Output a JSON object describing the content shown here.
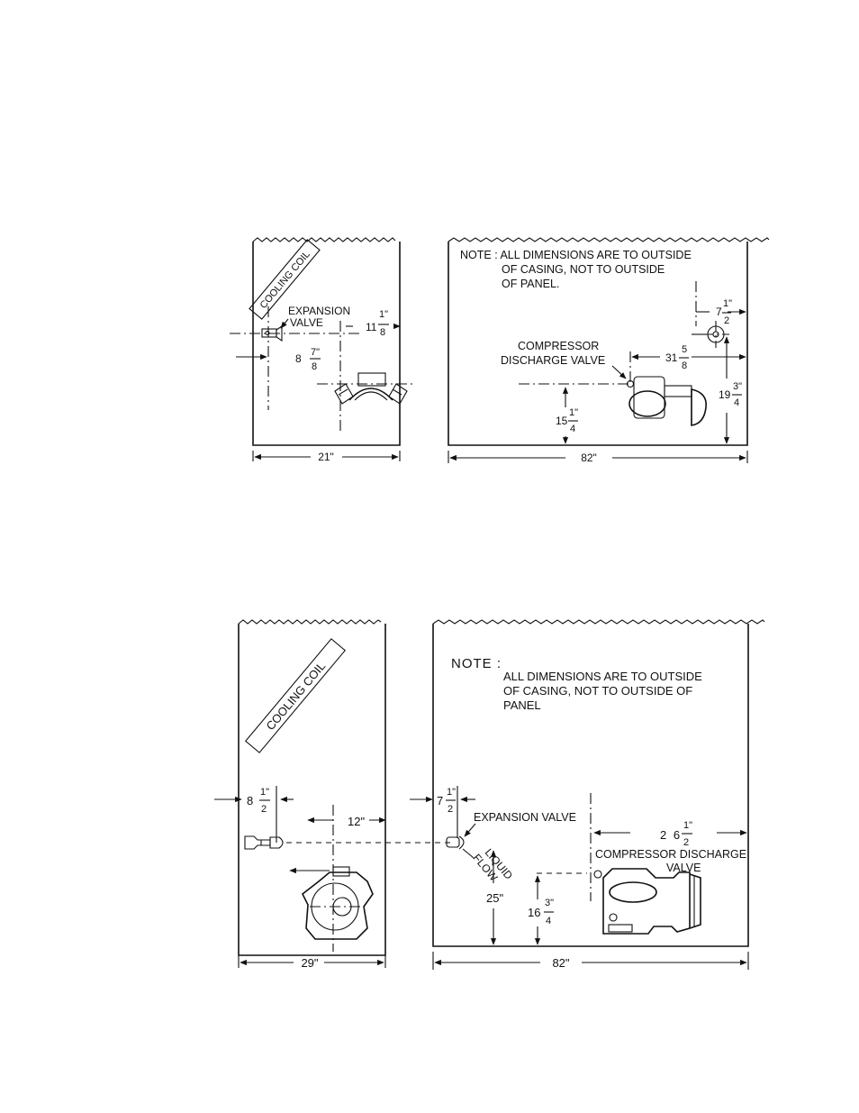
{
  "diagram_a": {
    "side_panel": {
      "coil_label": "COOLING COIL",
      "expansion_valve_label": [
        "EXPANSION",
        "VALVE"
      ],
      "dim_offset": {
        "whole": "11",
        "num": "1\"",
        "den": "8"
      },
      "dim_valve": {
        "whole": "8",
        "num": "7\"",
        "den": "8"
      },
      "width_label": "21\""
    },
    "front_panel": {
      "note_lines": [
        "NOTE :  ALL DIMENSIONS ARE TO OUTSIDE",
        "OF CASING, NOT TO OUTSIDE",
        "OF PANEL."
      ],
      "compressor_label": [
        "COMPRESSOR",
        "DISCHARGE VALVE"
      ],
      "dim_top_right": {
        "whole": "7",
        "num": "1\"",
        "den": "2"
      },
      "dim_compressor": {
        "whole": "31",
        "num": "5",
        "den": "8"
      },
      "dim_height_right": {
        "whole": "19",
        "num": "3\"",
        "den": "4"
      },
      "dim_height_valve": {
        "whole": "15",
        "num": "1\"",
        "den": "4"
      },
      "width_label": "82\""
    }
  },
  "diagram_b": {
    "side_panel": {
      "coil_label": "COOLING COIL",
      "dim_valve": {
        "whole": "8",
        "num": "1\"",
        "den": "2"
      },
      "dim_center": "12\"",
      "width_label": "29\""
    },
    "front_panel": {
      "note_title": "NOTE :",
      "note_lines": [
        "ALL  DIMENSIONS  ARE TO  OUTSIDE",
        "OF CASING, NOT TO OUTSIDE  OF",
        "PANEL"
      ],
      "expansion_valve_label": "EXPANSION VALVE",
      "liquid_flow_label": [
        "LIQUID",
        "FLOW"
      ],
      "dim_valve": {
        "whole": "7",
        "num": "1\"",
        "den": "2"
      },
      "dim_compressor": {
        "whole": "2 6",
        "num": "1\"",
        "den": "2"
      },
      "compressor_label": [
        "COMPRESSOR DISCHARGE",
        "VALVE"
      ],
      "dim_height_valve": "25\"",
      "dim_height_comp": {
        "whole": "16",
        "num": "3\"",
        "den": "4"
      },
      "width_label": "82\""
    }
  }
}
